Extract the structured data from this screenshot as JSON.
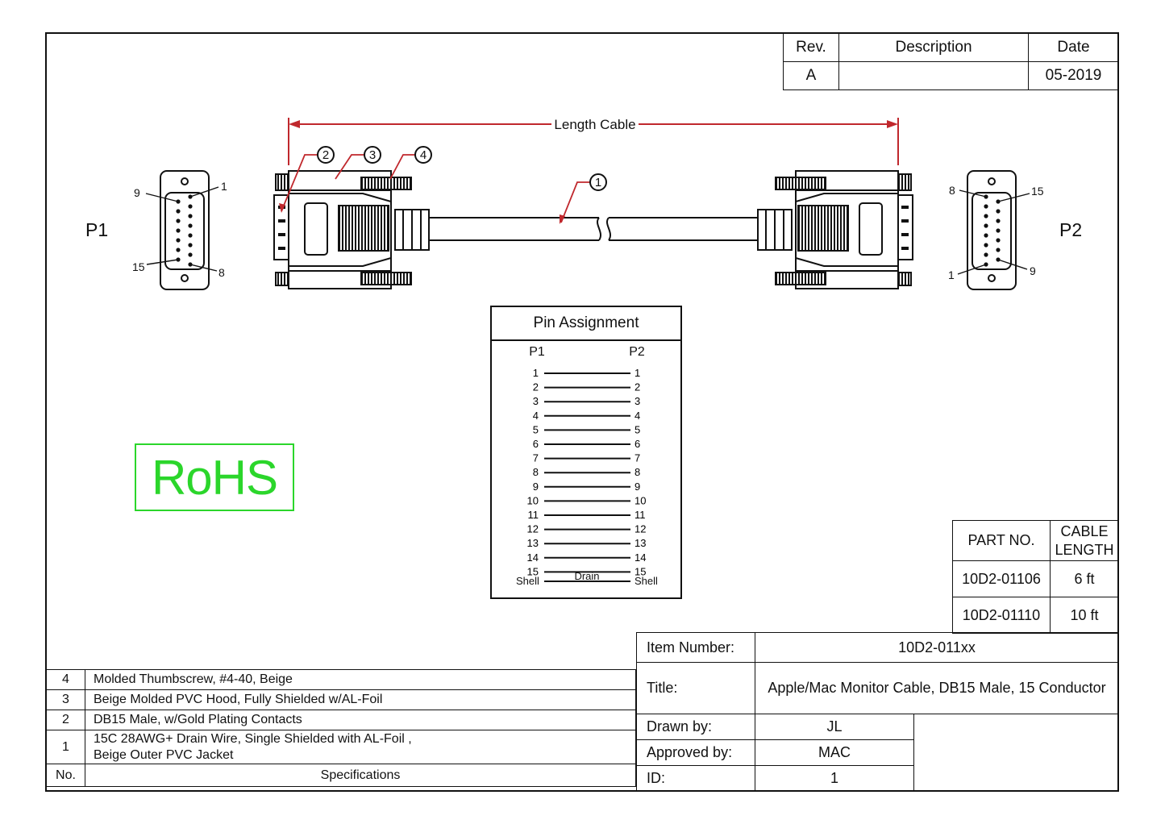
{
  "revision_table": {
    "headers": [
      "Rev.",
      "Description",
      "Date"
    ],
    "row": [
      "A",
      "",
      "05-2019"
    ]
  },
  "connectors": {
    "left": "P1",
    "right": "P2"
  },
  "dimension_label": "Length Cable",
  "callouts": [
    "1",
    "2",
    "3",
    "4"
  ],
  "p1_pin_numbers": [
    "9",
    "1",
    "15",
    "8"
  ],
  "p2_pin_numbers": [
    "8",
    "15",
    "1",
    "9"
  ],
  "rohs": "RoHS",
  "pin_assignment": {
    "title": "Pin Assignment",
    "col_left": "P1",
    "col_right": "P2",
    "pins": [
      "1",
      "2",
      "3",
      "4",
      "5",
      "6",
      "7",
      "8",
      "9",
      "10",
      "11",
      "12",
      "13",
      "14",
      "15"
    ],
    "shell_left": "Shell",
    "shell_right": "Shell",
    "drain": "Drain"
  },
  "part_table": {
    "headers": [
      "PART NO.",
      "CABLE LENGTH"
    ],
    "rows": [
      [
        "10D2-01106",
        "6 ft"
      ],
      [
        "10D2-01110",
        "10 ft"
      ]
    ]
  },
  "specs": {
    "rows": [
      {
        "no": "4",
        "text": "Molded Thumbscrew, #4-40,  Beige"
      },
      {
        "no": "3",
        "text": "Beige Molded PVC Hood, Fully Shielded w/AL-Foil"
      },
      {
        "no": "2",
        "text": "DB15 Male, w/Gold Plating Contacts"
      },
      {
        "no": "1",
        "text": "15C 28AWG+ Drain Wire, Single Shielded with AL-Foil ,",
        "text2": "Beige Outer PVC Jacket"
      }
    ],
    "footer_no": "No.",
    "footer_text": "Specifications"
  },
  "title_block": {
    "item_number_label": "Item Number:",
    "item_number": "10D2-011xx",
    "title_label": "Title:",
    "title": "Apple/Mac Monitor Cable, DB15 Male, 15 Conductor",
    "drawn_by_label": "Drawn by:",
    "drawn_by": "JL",
    "approved_by_label": "Approved by:",
    "approved_by": "MAC",
    "id_label": "ID:",
    "id": "1"
  },
  "colors": {
    "dimension": "#c0282d",
    "rohs": "#2bd62b",
    "line": "#111111"
  }
}
